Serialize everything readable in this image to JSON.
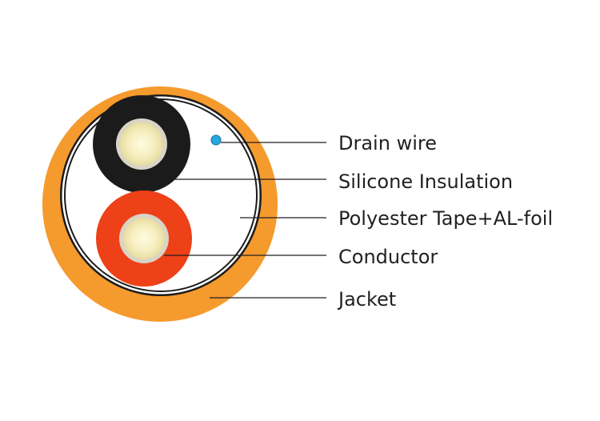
{
  "labels": {
    "drain_wire": "Drain wire",
    "silicone_insulation": "Silicone Insulation",
    "polyester_tape": "Polyester Tape+AL-foil",
    "conductor": "Conductor",
    "jacket": "Jacket"
  },
  "colors": {
    "jacket": "#f59a2d",
    "jacket_shade": "#e8891f",
    "foil": "#ffffff",
    "tape_ring": "#1b1b1b",
    "black_insulation": "#1b1b1b",
    "red_insulation": "#ee4118",
    "conductor": "#f7f0c4",
    "conductor_ring": "#d9d4c6",
    "drain_wire": "#29a8e0",
    "text": "#231f20"
  }
}
